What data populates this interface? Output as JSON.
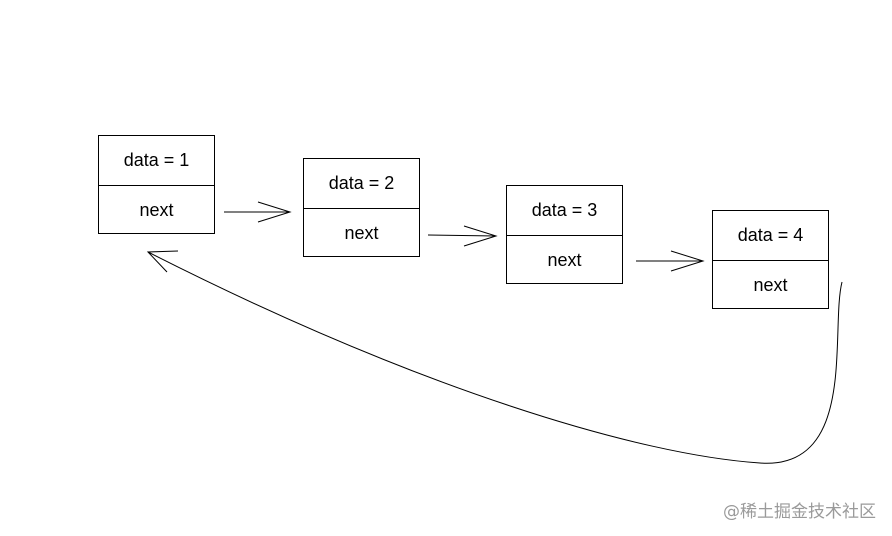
{
  "nodes": [
    {
      "data_label": "data = 1",
      "next_label": "next"
    },
    {
      "data_label": "data = 2",
      "next_label": "next"
    },
    {
      "data_label": "data = 3",
      "next_label": "next"
    },
    {
      "data_label": "data = 4",
      "next_label": "next"
    }
  ],
  "watermark": "@稀土掘金技术社区",
  "colors": {
    "stroke": "#000000",
    "background": "#ffffff",
    "watermark": "#9a9a9a"
  }
}
